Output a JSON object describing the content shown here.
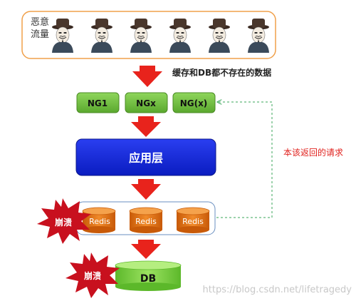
{
  "attackers": {
    "label_line1": "恶意",
    "label_line2": "流量",
    "count": 6
  },
  "notes": {
    "cache_miss": "缓存和DB都不存在的数据",
    "should_return": "本该返回的请求"
  },
  "nginx_nodes": [
    "NG1",
    "NGx",
    "NG(x)"
  ],
  "app_layer": {
    "label": "应用层"
  },
  "redis_nodes": [
    "Redis",
    "Redis",
    "Redis"
  ],
  "crash_labels": {
    "redis": "崩溃",
    "db": "崩溃"
  },
  "db": {
    "label": "DB"
  },
  "watermark": "https://blog.csdn.net/lifetragedy",
  "colors": {
    "arrow": "#e8231c",
    "nginx_fill": "#6cbf3a",
    "app_fill": "#1428d8",
    "redis_fill": "#e36d10",
    "db_fill": "#7bd03c",
    "star_fill": "#c8101e",
    "attacker_frame": "#f0a04a",
    "note_red": "#e0201c",
    "dashed_green": "#3aa65a"
  }
}
